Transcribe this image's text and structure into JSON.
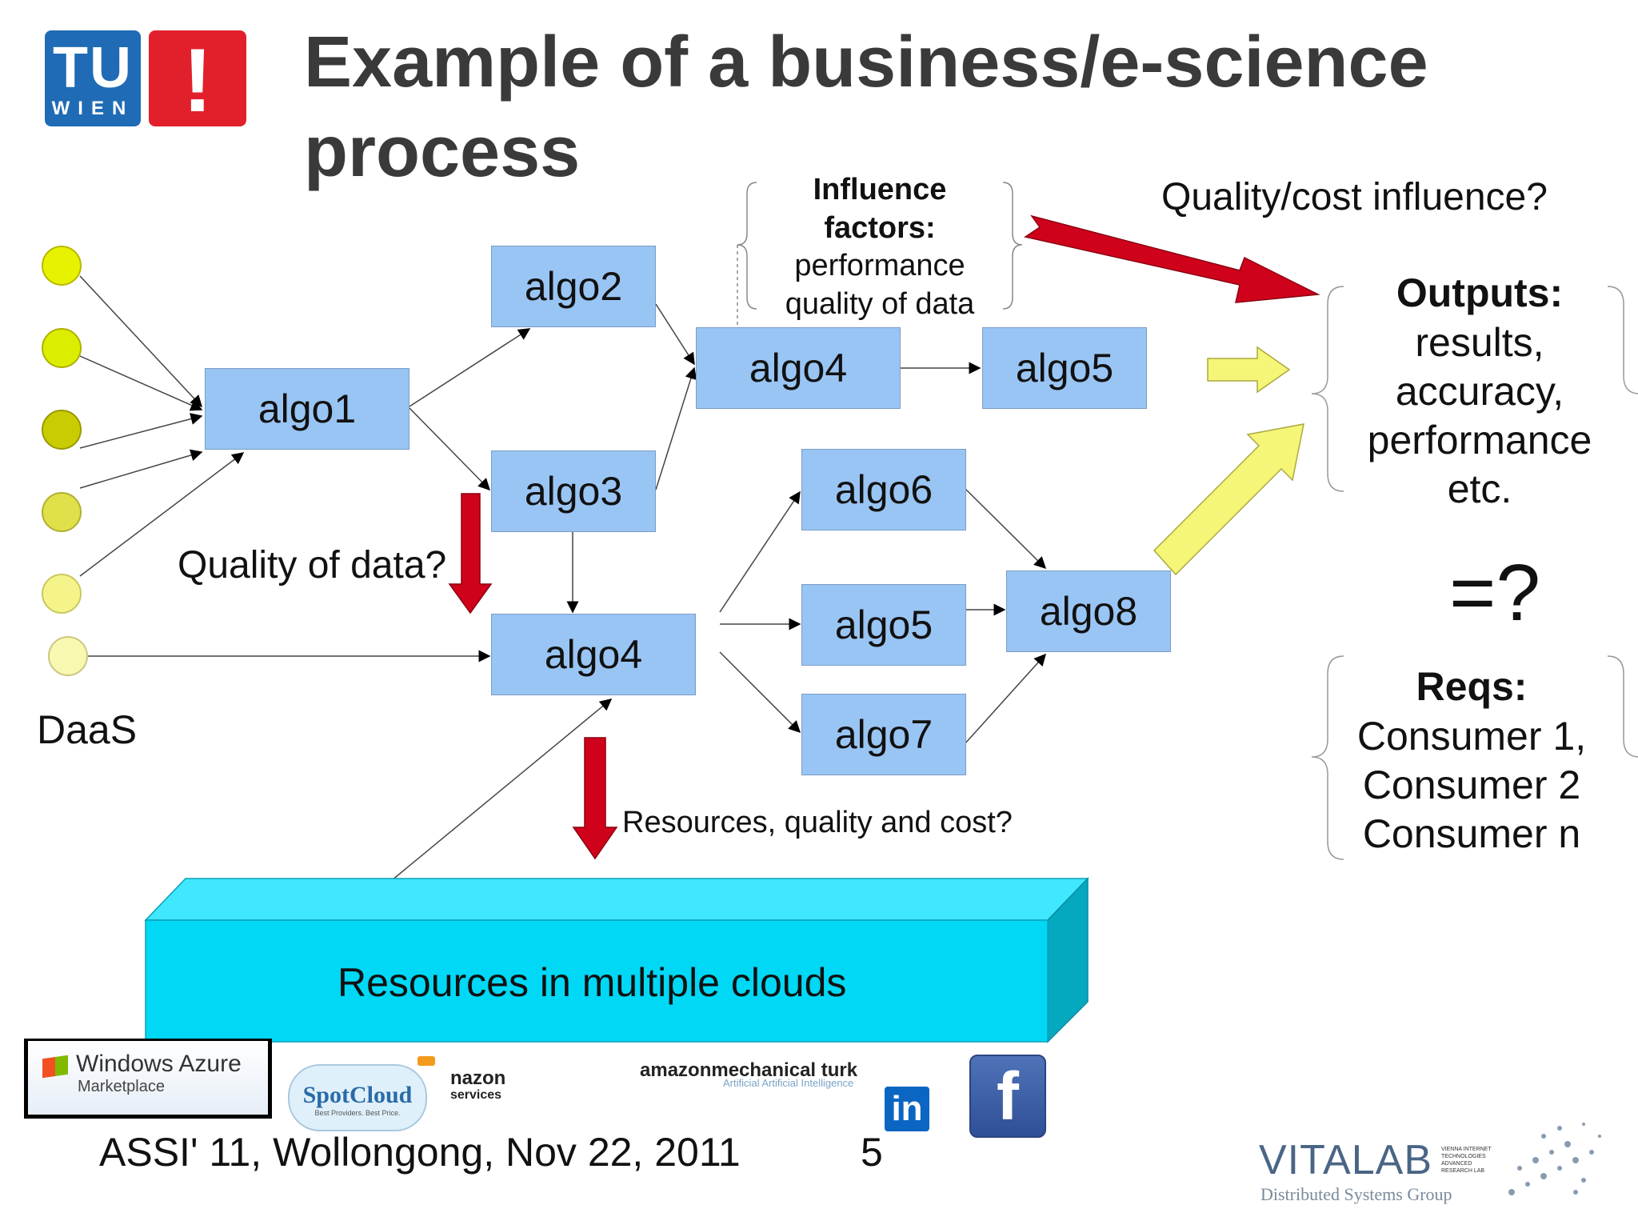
{
  "title": "Example of a business/e-science process",
  "logo_tu": {
    "top": "TU",
    "bottom": "WIEN",
    "mark": "!"
  },
  "nodes": {
    "algo1": "algo1",
    "algo2": "algo2",
    "algo3": "algo3",
    "algo4_top": "algo4",
    "algo5_top": "algo5",
    "algo6": "algo6",
    "algo5_mid": "algo5",
    "algo7": "algo7",
    "algo8": "algo8",
    "algo4_bottom": "algo4"
  },
  "labels": {
    "influence_title": "Influence factors:",
    "influence_line1": "performance",
    "influence_line2": "quality of data",
    "quality_cost": "Quality/cost influence?",
    "outputs_title": "Outputs:",
    "outputs_lines": [
      "results,",
      "accuracy,",
      "performance",
      "etc."
    ],
    "equals": "=?",
    "reqs_title": "Reqs:",
    "reqs_lines": [
      "Consumer 1,",
      "Consumer 2",
      "Consumer n"
    ],
    "quality_of_data": "Quality of data?",
    "daas": "DaaS",
    "resources_question": "Resources, quality and cost?",
    "clouds": "Resources in multiple clouds"
  },
  "logos": {
    "azure_title": "Windows Azure",
    "azure_sub": "Marketplace",
    "spotcloud": "SpotCloud",
    "spotcloud_tagline": "Best Providers. Best Price.",
    "amazon_ws_line1": "nazon",
    "amazon_ws_line2": "services",
    "amazon_mturk": "amazonmechanical turk",
    "amazon_mturk_sub": "Artificial Artificial Intelligence",
    "linkedin": "in",
    "facebook": "f",
    "vitalab": "VITALAB",
    "vitalab_group": "Distributed Systems Group",
    "vitalab_small": [
      "VIENNA INTERNET",
      "TECHNOLOGIES",
      "ADVANCED",
      "RESEARCH LAB"
    ]
  },
  "footer": {
    "conference": "ASSI' 11, Wollongong, Nov 22, 2011",
    "page": "5"
  },
  "colors": {
    "node_fill": "#99c5f4",
    "red_arrow": "#d0021b",
    "yellow_arrow": "#f5f578",
    "cloud_box": "#00d8f5",
    "dot_colors": [
      "#e6f200",
      "#dcee00",
      "#c9cc00",
      "#e0e04a",
      "#f4f48a",
      "#f8f8b0"
    ]
  }
}
